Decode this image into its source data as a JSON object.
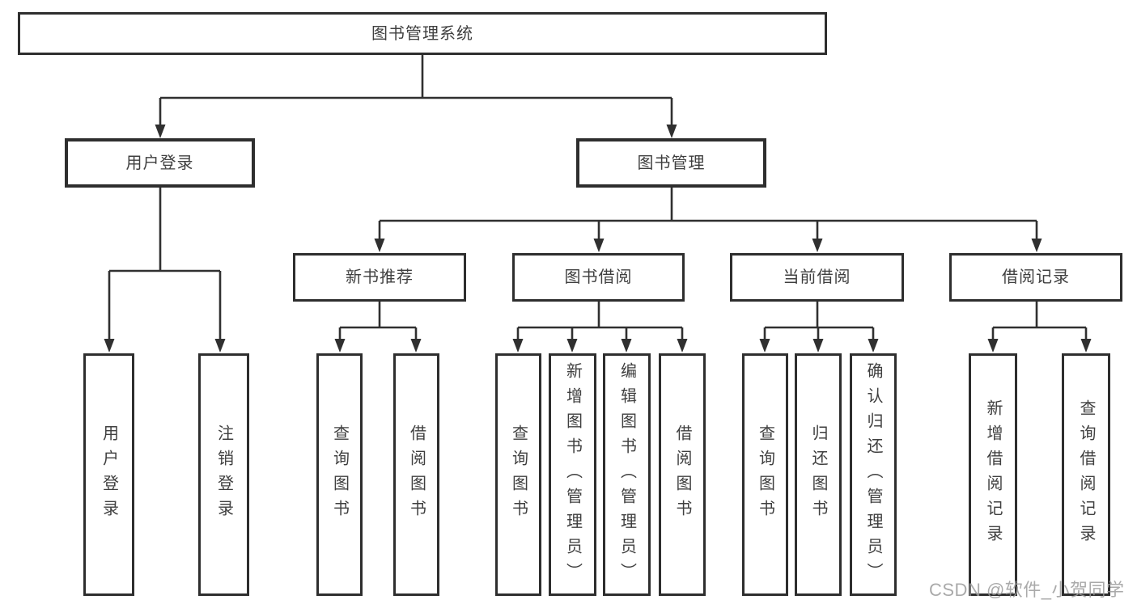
{
  "tree": {
    "root": {
      "label": "图书管理系统"
    },
    "children": [
      {
        "label": "用户登录",
        "children": [
          {
            "label": "用户登录"
          },
          {
            "label": "注销登录"
          }
        ]
      },
      {
        "label": "图书管理",
        "children": [
          {
            "label": "新书推荐",
            "children": [
              {
                "label": "查询图书"
              },
              {
                "label": "借阅图书"
              }
            ]
          },
          {
            "label": "图书借阅",
            "children": [
              {
                "label": "查询图书"
              },
              {
                "label": "新增图书（管理员）"
              },
              {
                "label": "编辑图书（管理员）"
              },
              {
                "label": "借阅图书"
              }
            ]
          },
          {
            "label": "当前借阅",
            "children": [
              {
                "label": "查询图书"
              },
              {
                "label": "归还图书"
              },
              {
                "label": "确认归还（管理员）"
              }
            ]
          },
          {
            "label": "借阅记录",
            "children": [
              {
                "label": "新增借阅记录"
              },
              {
                "label": "查询借阅记录"
              }
            ]
          }
        ]
      }
    ]
  },
  "watermark": {
    "text": "CSDN @软件_小贺同学"
  },
  "colors": {
    "background": "#ffffff",
    "box_border": "#2e2e2e",
    "connector_line": "#303030",
    "text": "#3f3f3f",
    "watermark_text": "#9b9b9b"
  }
}
